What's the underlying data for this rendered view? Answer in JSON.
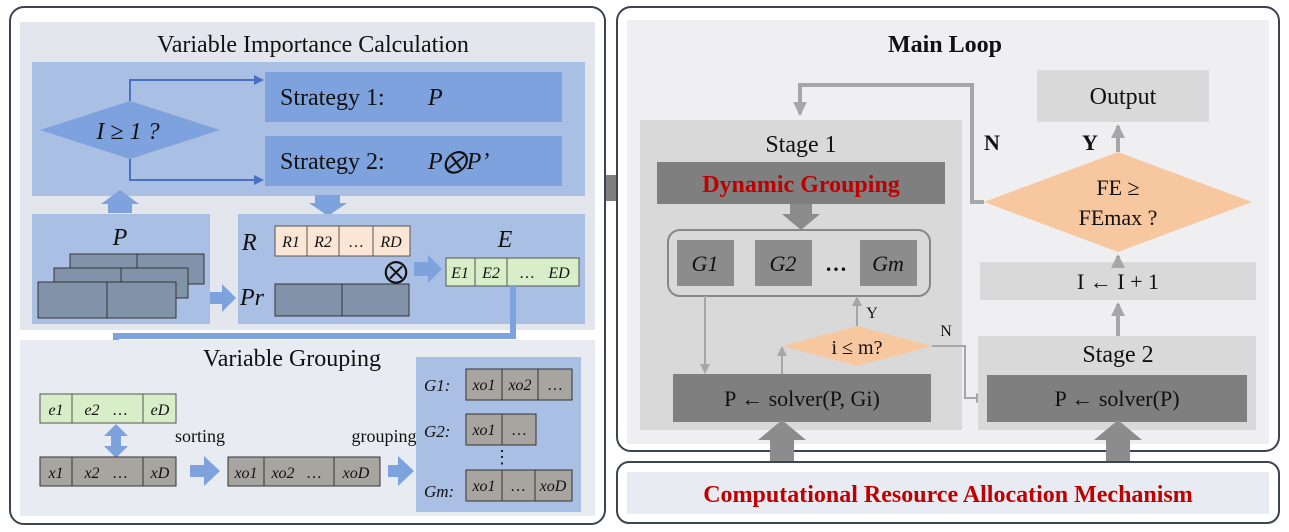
{
  "left": {
    "importance": {
      "title": "Variable Importance Calculation",
      "decision_prefix": "I ≥ 1 ?",
      "strategy1_label": "Strategy 1:",
      "strategy1_value": "P",
      "strategy2_label": "Strategy 2:",
      "strategy2_value": "P⨂P’",
      "p_label": "P",
      "r_label": "R",
      "r_cells": [
        "R1",
        "R2",
        "…",
        "RD"
      ],
      "e_label": "E",
      "e_cells": [
        "E1",
        "E2",
        "…",
        "ED"
      ],
      "pr_label": "Pr",
      "otimes": "⨂"
    },
    "grouping": {
      "title": "Variable Grouping",
      "e_cells": [
        "e1",
        "e2",
        "…",
        "eD"
      ],
      "x_cells": [
        "x1",
        "x2",
        "…",
        "xD"
      ],
      "sorting_label": "sorting",
      "grouping_label": "grouping",
      "xo_cells": [
        "xo1",
        "xo2",
        "…",
        "xoD"
      ],
      "g1_label": "G1:",
      "g2_label": "G2:",
      "gm_label": "Gm:",
      "vdots": "⋮"
    }
  },
  "right": {
    "main_loop_title": "Main Loop",
    "output_label": "Output",
    "stage1_label": "Stage 1",
    "dynamic_grouping_label": "Dynamic Grouping",
    "groups": [
      "G1",
      "G2",
      "…",
      "Gm"
    ],
    "condition_label": "i ≤ m?",
    "yes_small": "Y",
    "no_small": "N",
    "solver1_label": "P ← solver(P, Gi)",
    "stage2_label": "Stage 2",
    "solver2_label": "P ← solver(P)",
    "increment_label": "I ← I + 1",
    "fe_line1": "FE ≥",
    "fe_line2": "FEmax ?",
    "yes_big": "Y",
    "no_big": "N"
  },
  "bottom": {
    "mechanism_label": "Computational Resource Allocation Mechanism"
  },
  "colors": {
    "panel_border": "#3c4450",
    "importance_bg": "#a9bfe4",
    "importance_inner": "#8fa9de",
    "strategy_fill": "#7ea2dd",
    "arrow_blue": "#7ea2dd",
    "stack_fill": "#8093a8",
    "r_fill": "#fbe6d6",
    "e_fill": "#d8eec8",
    "x_fill": "#a8a4a0",
    "grouping_bg": "#e8ebf1",
    "main_bg": "#efeff2",
    "stage_bg": "#d9d9d9",
    "dark_box": "#7f7f7f",
    "group_box": "#8c8c8c",
    "orange_diamond": "#f7c7a0",
    "title_red": "#c00000",
    "gray_arrow": "#a6a6a6"
  }
}
